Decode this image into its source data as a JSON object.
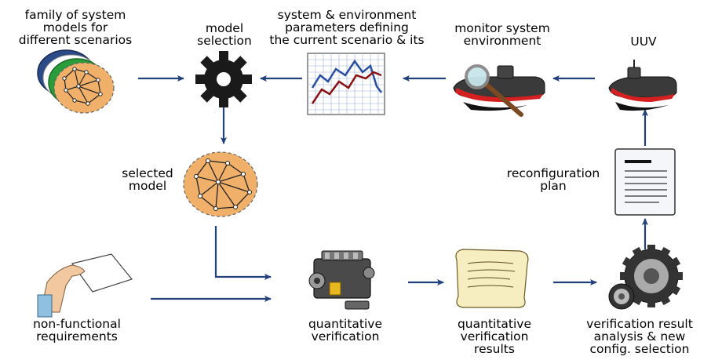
{
  "labels": {
    "family_models": [
      "family of system",
      "models for",
      "different scenarios"
    ],
    "model_selection": [
      "model",
      "selection"
    ],
    "parameters": [
      "system & environment",
      "parameters defining",
      "the current scenario & its"
    ],
    "monitor": [
      "monitor system",
      "environment"
    ],
    "uuv": [
      "UUV"
    ],
    "selected_model": [
      "selected",
      "model"
    ],
    "reconfiguration_plan": [
      "reconfiguration",
      "plan"
    ],
    "non_functional": [
      "non-functional",
      "requirements"
    ],
    "quant_verification": [
      "quantitative",
      "verification"
    ],
    "quant_results": [
      "quantitative",
      "verification",
      "results"
    ],
    "verification_analysis": [
      "verification result",
      "analysis & new",
      "config. selection"
    ]
  },
  "icons": {
    "family_models": "stacked-model-graphs-icon",
    "model_selection": "gear-icon",
    "parameters": "line-chart-icon",
    "monitor": "submarine-magnifier-icon",
    "uuv": "submarine-icon",
    "selected_model": "model-graph-icon",
    "reconfiguration_plan": "document-icon",
    "non_functional": "hand-with-paper-icon",
    "quant_verification": "engine-icon",
    "quant_results": "scroll-icon",
    "verification_analysis": "gears-icon"
  },
  "colors": {
    "arrow": "#23407a",
    "model_fill": "#f0b06a",
    "gear": "#1a1a1a",
    "hull_red": "#d42020",
    "chart_blue": "#2a4fa0",
    "chart_red": "#8a1010"
  }
}
